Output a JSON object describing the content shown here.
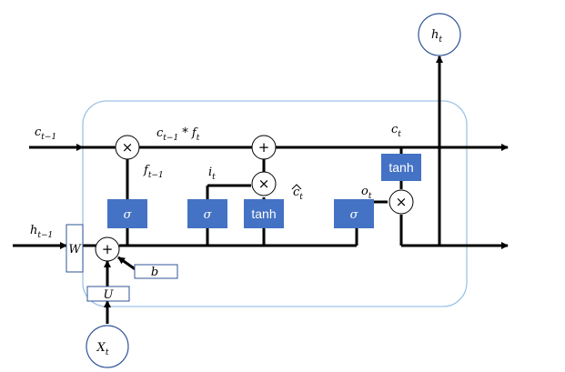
{
  "labels": {
    "c_prev": "c",
    "c_prev_sub": "t−1",
    "c_forget_a": "c",
    "c_forget_a_sub": "t−1",
    "c_forget_b": " * f",
    "c_forget_b_sub": "t",
    "c_t": "c",
    "c_t_sub": "t",
    "f_t": "f",
    "f_t_sub": "t−1",
    "i_t": "i",
    "i_t_sub": "t",
    "c_hat": "c",
    "c_hat_sub": "t",
    "o_t": "o",
    "o_t_sub": "t",
    "h_prev": "h",
    "h_prev_sub": "t−1",
    "h_t": "h",
    "h_t_sub": "t",
    "x_t": "X",
    "x_t_sub": "t",
    "W": "W",
    "U": "U",
    "b": "b"
  },
  "gates": {
    "sigma": "σ",
    "tanh": "tanh"
  },
  "operators": {
    "plus": "+",
    "times": "×"
  },
  "colors": {
    "gate_fill": "#4472c4",
    "cell_border": "#9dc3e6",
    "node_border": "#2f5597",
    "line": "#000000"
  }
}
